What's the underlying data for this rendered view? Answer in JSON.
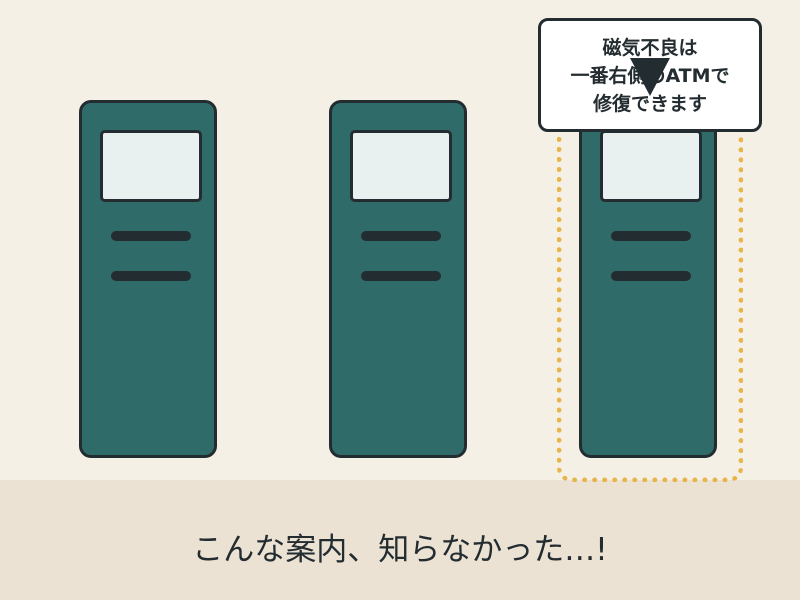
{
  "scene": {
    "background_color": "#f5f0e6",
    "floor_color": "#ebe2d3",
    "atm_color": "#2f6b69",
    "atm_screen_color": "#e8f1f0",
    "outline_color": "#232c30",
    "highlight_color": "#e8b54c"
  },
  "atms": [
    {
      "id": "atm-1",
      "highlighted": false
    },
    {
      "id": "atm-2",
      "highlighted": false
    },
    {
      "id": "atm-3",
      "highlighted": true
    }
  ],
  "callout": {
    "lines": [
      "磁気不良は",
      "一番右側のATMで",
      "修復できます"
    ]
  },
  "caption": {
    "text": "こんな案内、知らなかった…!"
  }
}
